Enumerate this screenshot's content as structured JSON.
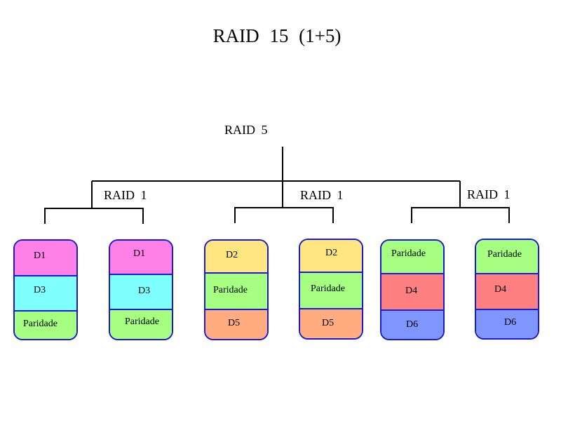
{
  "title": "RAID 15 (1+5)",
  "labels": {
    "raid5": "RAID 5",
    "raid1_left": "RAID 1",
    "raid1_middle": "RAID 1",
    "raid1_right": "RAID 1"
  },
  "colors": {
    "border": "#1a1ad6",
    "magenta": "#ff80e6",
    "cyan": "#80ffff",
    "green": "#a6ff80",
    "yellow": "#ffe680",
    "orange": "#ffad80",
    "red": "#ff8080",
    "blue": "#8096ff"
  },
  "disks": [
    {
      "segments": [
        {
          "label": "D1",
          "color": "#ff80e6"
        },
        {
          "label": "D3",
          "color": "#80ffff"
        },
        {
          "label": "Paridade",
          "color": "#a6ff80"
        }
      ]
    },
    {
      "segments": [
        {
          "label": "D1",
          "color": "#ff80e6"
        },
        {
          "label": "D3",
          "color": "#80ffff"
        },
        {
          "label": "Paridade",
          "color": "#a6ff80"
        }
      ]
    },
    {
      "segments": [
        {
          "label": "D2",
          "color": "#ffe680"
        },
        {
          "label": "Paridade",
          "color": "#a6ff80"
        },
        {
          "label": "D5",
          "color": "#ffad80"
        }
      ]
    },
    {
      "segments": [
        {
          "label": "D2",
          "color": "#ffe680"
        },
        {
          "label": "Paridade",
          "color": "#a6ff80"
        },
        {
          "label": "D5",
          "color": "#ffad80"
        }
      ]
    },
    {
      "segments": [
        {
          "label": "Paridade",
          "color": "#a6ff80"
        },
        {
          "label": "D4",
          "color": "#ff8080"
        },
        {
          "label": "D6",
          "color": "#8096ff"
        }
      ]
    },
    {
      "segments": [
        {
          "label": "Paridade",
          "color": "#a6ff80"
        },
        {
          "label": "D4",
          "color": "#ff8080"
        },
        {
          "label": "D6",
          "color": "#8096ff"
        }
      ]
    }
  ]
}
